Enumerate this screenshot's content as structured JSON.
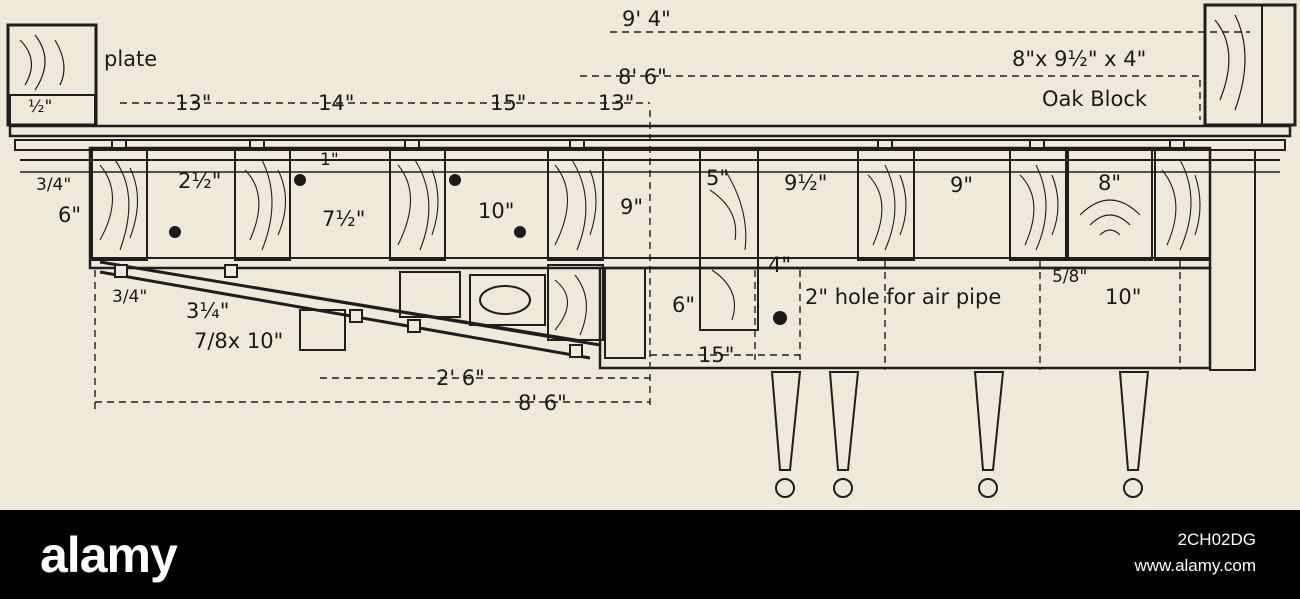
{
  "drawing": {
    "labels": {
      "plate": "plate",
      "dim_13_top": "13\"",
      "dim_14": "14\"",
      "dim_15_top": "15\"",
      "dim_13_right": "13\"",
      "dim_9_4": "9' 4\"",
      "dim_8_6_top": "8' 6\"",
      "oak_block_size": "8\"x 9½\" x 4\"",
      "oak_block": "Oak Block",
      "half_inch_plate": "½\"",
      "dim_3_4_a": "3/4\"",
      "dim_6": "6\"",
      "dim_2_half": "2½\"",
      "dim_1": "1\"",
      "dim_7_half": "7½\"",
      "dim_10_v": "10\"",
      "dim_9_a": "9\"",
      "dim_5": "5\"",
      "dim_9_half": "9½\"",
      "dim_9_b": "9\"",
      "dim_8": "8\"",
      "dim_4": "4\"",
      "hole_for_air_pipe": "2\" hole  for air pipe",
      "dim_5_8": "5/8\"",
      "dim_10_right": "10\"",
      "dim_3_4_b": "3/4\"",
      "dim_3_1_4": "3¼\"",
      "dim_7_8x10": "7/8x 10\"",
      "dim_6_v": "6\"",
      "dim_15_bottom": "15\"",
      "dim_2_6": "2' 6\"",
      "dim_8_6_bottom": "8' 6\""
    }
  },
  "watermark": {
    "logo": "alamy",
    "image_id": "2CH02DG",
    "site": "www.alamy.com"
  }
}
